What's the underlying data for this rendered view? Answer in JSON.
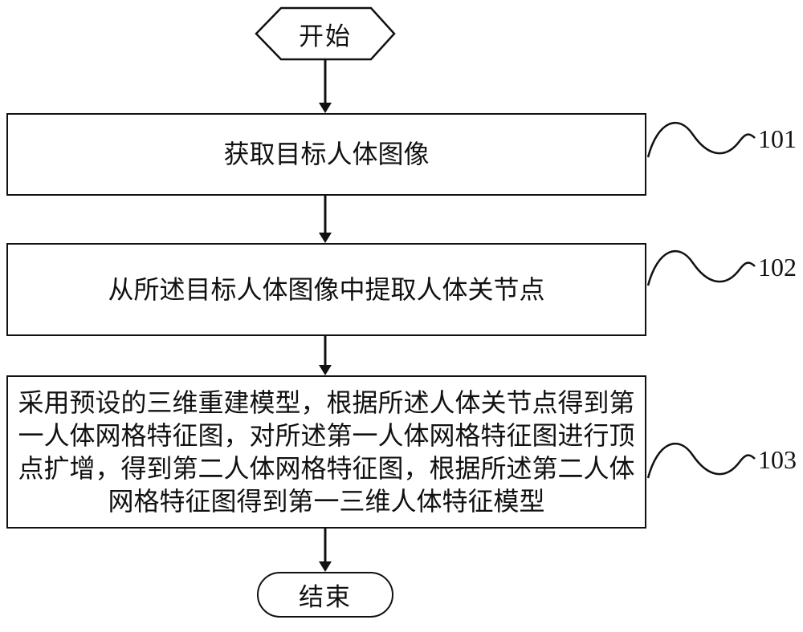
{
  "page": {
    "background": "#ffffff",
    "ink": "#111111"
  },
  "flowchart": {
    "start_label": "开始",
    "end_label": "结束",
    "steps": [
      {
        "ref": "101",
        "text": "获取目标人体图像"
      },
      {
        "ref": "102",
        "text": "从所述目标人体图像中提取人体关节点"
      },
      {
        "ref": "103",
        "lines": [
          "采用预设的三维重建模型，根据所述人体关节点得到第",
          "一人体网格特征图，对所述第一人体网格特征图进行顶",
          "点扩增，得到第二人体网格特征图，根据所述第二人体",
          "网格特征图得到第一三维人体特征模型"
        ]
      }
    ]
  }
}
